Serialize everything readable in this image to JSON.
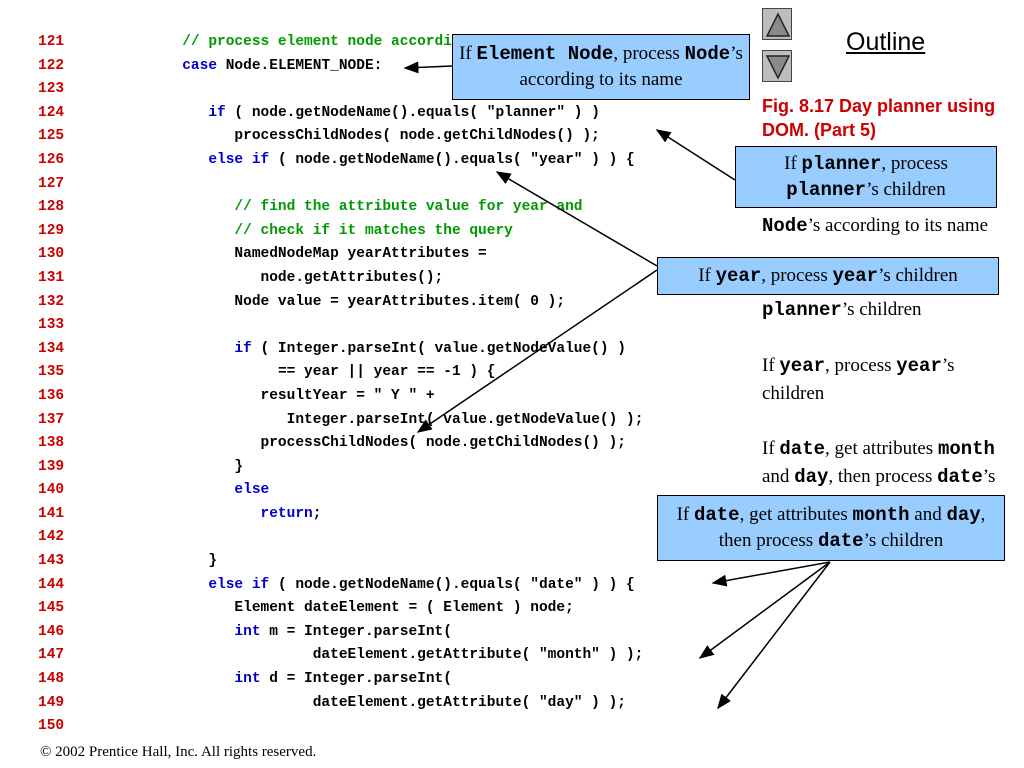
{
  "code_lines": [
    {
      "num": "121",
      "indent": "      ",
      "parts": [
        {
          "t": "// process element node according to its name",
          "c": "c"
        }
      ]
    },
    {
      "num": "122",
      "indent": "      ",
      "parts": [
        {
          "t": "case",
          "c": "k"
        },
        {
          "t": " Node.ELEMENT_NODE:",
          "c": "p"
        }
      ]
    },
    {
      "num": "123",
      "indent": "",
      "parts": []
    },
    {
      "num": "124",
      "indent": "         ",
      "parts": [
        {
          "t": "if",
          "c": "k"
        },
        {
          "t": " ( node.getNodeName().equals( \"planner\" ) )",
          "c": "p"
        }
      ]
    },
    {
      "num": "125",
      "indent": "            ",
      "parts": [
        {
          "t": "processChildNodes( node.getChildNodes() );",
          "c": "p"
        }
      ]
    },
    {
      "num": "126",
      "indent": "         ",
      "parts": [
        {
          "t": "else if",
          "c": "k"
        },
        {
          "t": " ( node.getNodeName().equals( \"year\" ) ) {",
          "c": "p"
        }
      ]
    },
    {
      "num": "127",
      "indent": "",
      "parts": []
    },
    {
      "num": "128",
      "indent": "            ",
      "parts": [
        {
          "t": "// find the attribute value for year and",
          "c": "c"
        }
      ]
    },
    {
      "num": "129",
      "indent": "            ",
      "parts": [
        {
          "t": "// check if it matches the query",
          "c": "c"
        }
      ]
    },
    {
      "num": "130",
      "indent": "            ",
      "parts": [
        {
          "t": "NamedNodeMap yearAttributes =",
          "c": "p"
        }
      ]
    },
    {
      "num": "131",
      "indent": "               ",
      "parts": [
        {
          "t": "node.getAttributes();",
          "c": "p"
        }
      ]
    },
    {
      "num": "132",
      "indent": "            ",
      "parts": [
        {
          "t": "Node value = yearAttributes.item( 0 );",
          "c": "p"
        }
      ]
    },
    {
      "num": "133",
      "indent": "",
      "parts": []
    },
    {
      "num": "134",
      "indent": "            ",
      "parts": [
        {
          "t": "if",
          "c": "k"
        },
        {
          "t": " ( Integer.parseInt( value.getNodeValue() )",
          "c": "p"
        }
      ]
    },
    {
      "num": "135",
      "indent": "                 ",
      "parts": [
        {
          "t": "== year || year == -1 ) {",
          "c": "p"
        }
      ]
    },
    {
      "num": "136",
      "indent": "               ",
      "parts": [
        {
          "t": "resultYear = \" Y \" +",
          "c": "p"
        }
      ]
    },
    {
      "num": "137",
      "indent": "                  ",
      "parts": [
        {
          "t": "Integer.parseInt( value.getNodeValue() );",
          "c": "p"
        }
      ]
    },
    {
      "num": "138",
      "indent": "               ",
      "parts": [
        {
          "t": "processChildNodes( node.getChildNodes() );",
          "c": "p"
        }
      ]
    },
    {
      "num": "139",
      "indent": "            ",
      "parts": [
        {
          "t": "}",
          "c": "p"
        }
      ]
    },
    {
      "num": "140",
      "indent": "            ",
      "parts": [
        {
          "t": "else",
          "c": "k"
        }
      ]
    },
    {
      "num": "141",
      "indent": "               ",
      "parts": [
        {
          "t": "return",
          "c": "k"
        },
        {
          "t": ";",
          "c": "p"
        }
      ]
    },
    {
      "num": "142",
      "indent": "",
      "parts": []
    },
    {
      "num": "143",
      "indent": "         ",
      "parts": [
        {
          "t": "}",
          "c": "p"
        }
      ]
    },
    {
      "num": "144",
      "indent": "         ",
      "parts": [
        {
          "t": "else if",
          "c": "k"
        },
        {
          "t": " ( node.getNodeName().equals( \"date\" ) ) {",
          "c": "p"
        }
      ]
    },
    {
      "num": "145",
      "indent": "            ",
      "parts": [
        {
          "t": "Element dateElement = ( Element ) node;",
          "c": "p"
        }
      ]
    },
    {
      "num": "146",
      "indent": "            ",
      "parts": [
        {
          "t": "int",
          "c": "k"
        },
        {
          "t": " m = Integer.parseInt(",
          "c": "p"
        }
      ]
    },
    {
      "num": "147",
      "indent": "                     ",
      "parts": [
        {
          "t": "dateElement.getAttribute( \"month\" ) );",
          "c": "p"
        }
      ]
    },
    {
      "num": "148",
      "indent": "            ",
      "parts": [
        {
          "t": "int",
          "c": "k"
        },
        {
          "t": " d = Integer.parseInt(",
          "c": "p"
        }
      ]
    },
    {
      "num": "149",
      "indent": "                     ",
      "parts": [
        {
          "t": "dateElement.getAttribute( \"day\" ) );",
          "c": "p"
        }
      ]
    },
    {
      "num": "150",
      "indent": "",
      "parts": []
    }
  ],
  "outline": "Outline",
  "fig_caption": "Fig. 8.17  Day planner using DOM. (Part 5)",
  "notes": {
    "n1": [
      {
        "t": "If "
      },
      {
        "t": "Element Node",
        "m": true
      },
      {
        "t": ", process "
      },
      {
        "t": "Node",
        "m": true
      },
      {
        "t": "’s according to its name"
      }
    ],
    "n2": [
      {
        "t": "If "
      },
      {
        "t": "planner",
        "m": true
      },
      {
        "t": ", process "
      },
      {
        "t": "planner",
        "m": true
      },
      {
        "t": "’s children"
      }
    ],
    "n3": [
      {
        "t": "If "
      },
      {
        "t": "year",
        "m": true
      },
      {
        "t": ", process "
      },
      {
        "t": "year",
        "m": true
      },
      {
        "t": "’s children"
      }
    ],
    "n4": [
      {
        "t": "If "
      },
      {
        "t": "date",
        "m": true
      },
      {
        "t": ", get attributes "
      },
      {
        "t": "month",
        "m": true
      },
      {
        "t": " and "
      },
      {
        "t": "day",
        "m": true
      },
      {
        "t": ", then process "
      },
      {
        "t": "date",
        "m": true
      },
      {
        "t": "’s children"
      }
    ]
  },
  "footer": "© 2002 Prentice Hall, Inc.  All rights reserved.",
  "colors": {
    "callout_bg": "#99ccff",
    "line_number": "#cc0000",
    "keyword": "#0000cc",
    "comment": "#009900",
    "caption": "#cc0000"
  },
  "icons": {
    "prev": "triangle-up-icon",
    "next": "triangle-down-icon"
  }
}
